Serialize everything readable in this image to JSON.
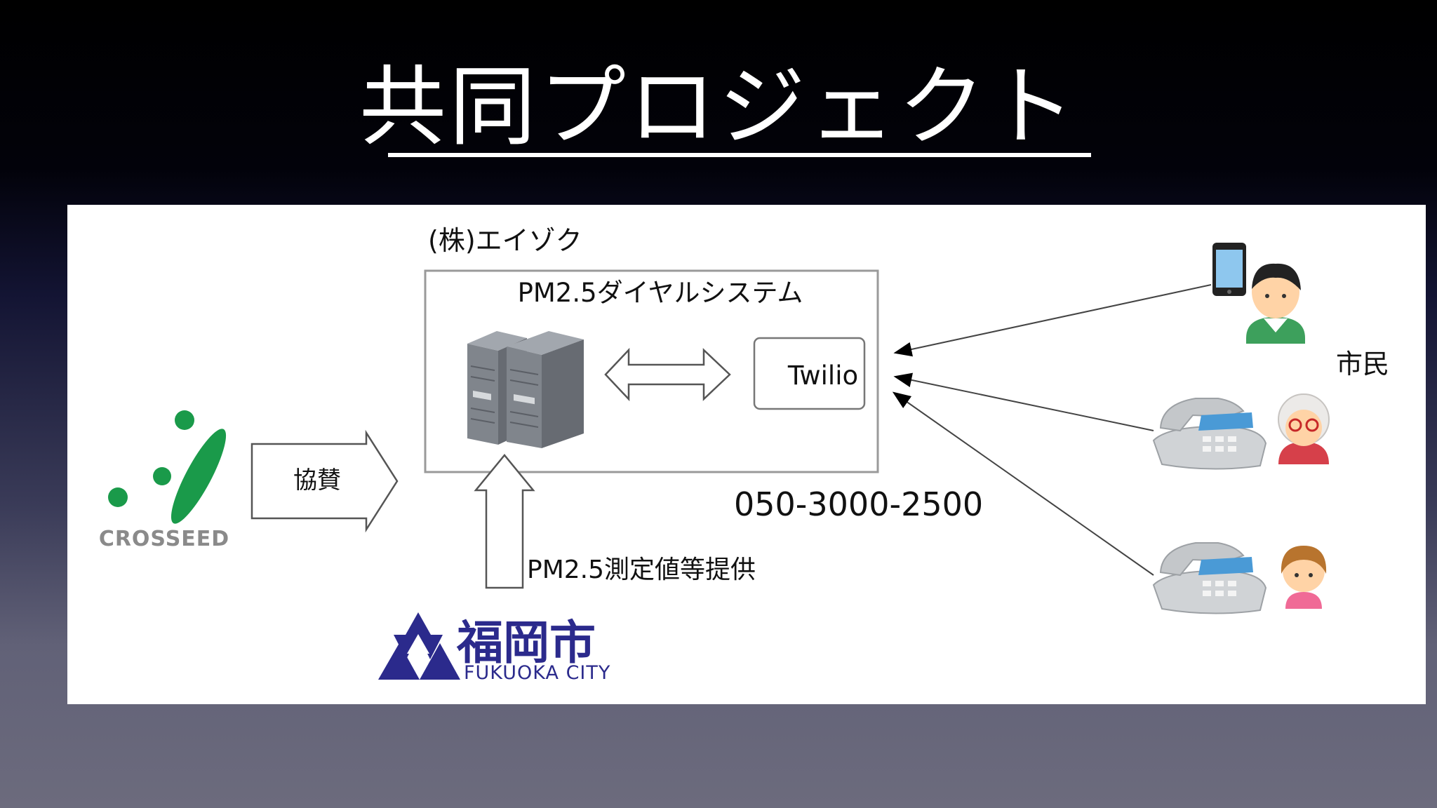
{
  "slide": {
    "title": "共同プロジェクト"
  },
  "diagram": {
    "company_label": "(株)エイゾク",
    "system_title": "PM2.5ダイヤルシステム",
    "twilio_label": "Twilio",
    "sponsor_arrow_label": "協賛",
    "provide_label": "PM2.5測定値等提供",
    "phone_number": "050-3000-2500",
    "citizens_label": "市民",
    "crosseed_logo_text": "CROSSEED",
    "fukuoka_city_kanji": "福岡市",
    "fukuoka_city_en": "FUKUOKA CITY"
  },
  "colors": {
    "crosseed_green": "#1a9a4a",
    "fukuoka_navy": "#2b2a8c",
    "server_gray": "#6f737a"
  }
}
